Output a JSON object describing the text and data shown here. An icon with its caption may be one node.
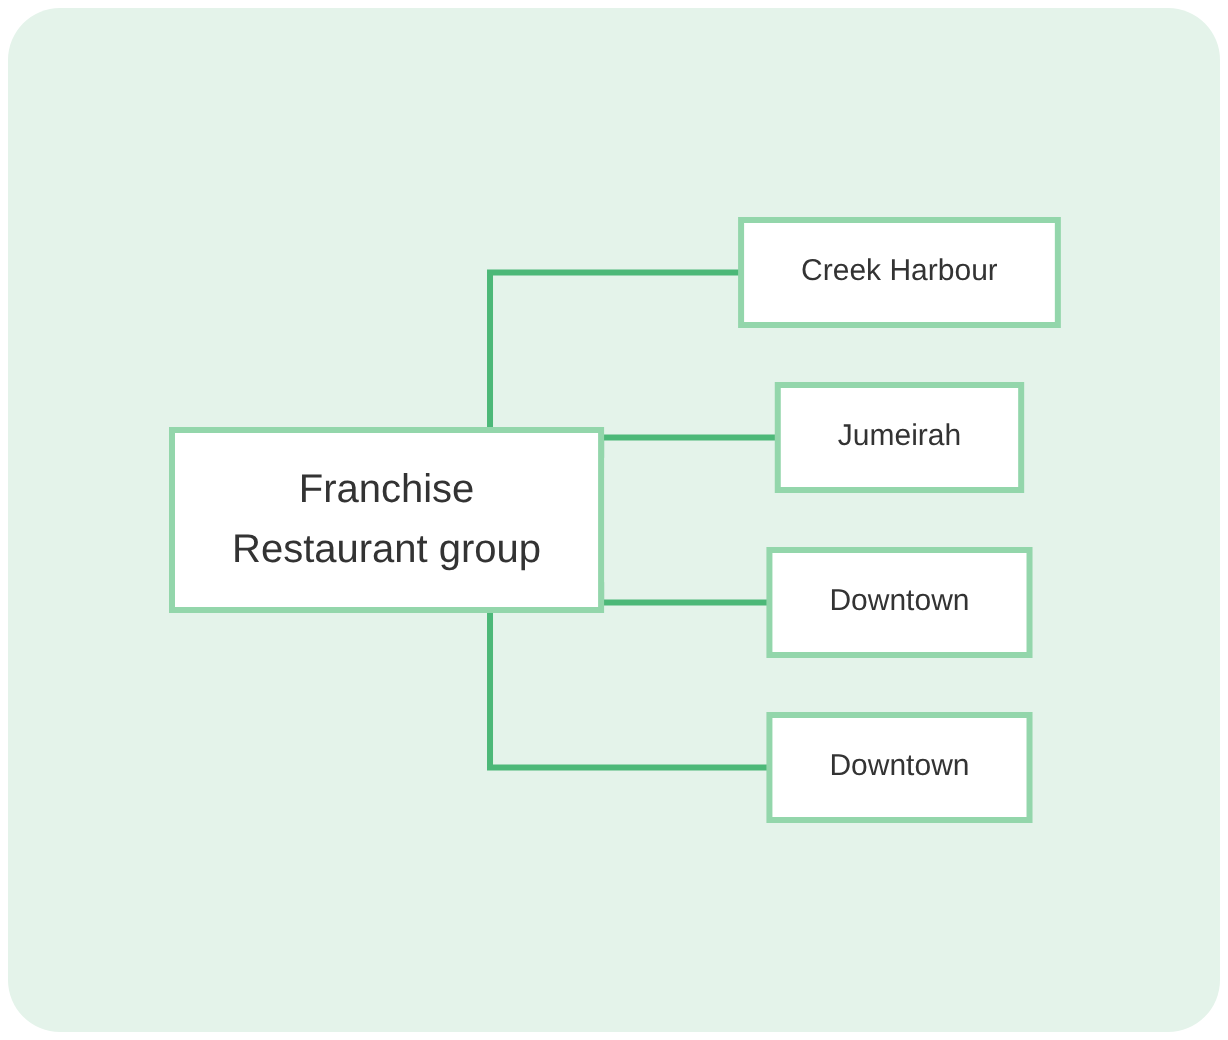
{
  "diagram": {
    "nodes": [
      {
        "text": [
          "Franchise",
          "Restaurant group"
        ]
      },
      {
        "text": [
          "Creek Harbour"
        ]
      },
      {
        "text": [
          "Jumeirah"
        ]
      },
      {
        "text": [
          "Downtown"
        ]
      },
      {
        "text": [
          "Downtown"
        ]
      }
    ],
    "edges": [
      {
        "from": 0,
        "to": 1,
        "arrow": "none"
      },
      {
        "from": 0,
        "to": 2,
        "arrow": "none"
      },
      {
        "from": 0,
        "to": 3,
        "arrow": "none"
      },
      {
        "from": 0,
        "to": 4,
        "arrow": "none"
      }
    ]
  }
}
